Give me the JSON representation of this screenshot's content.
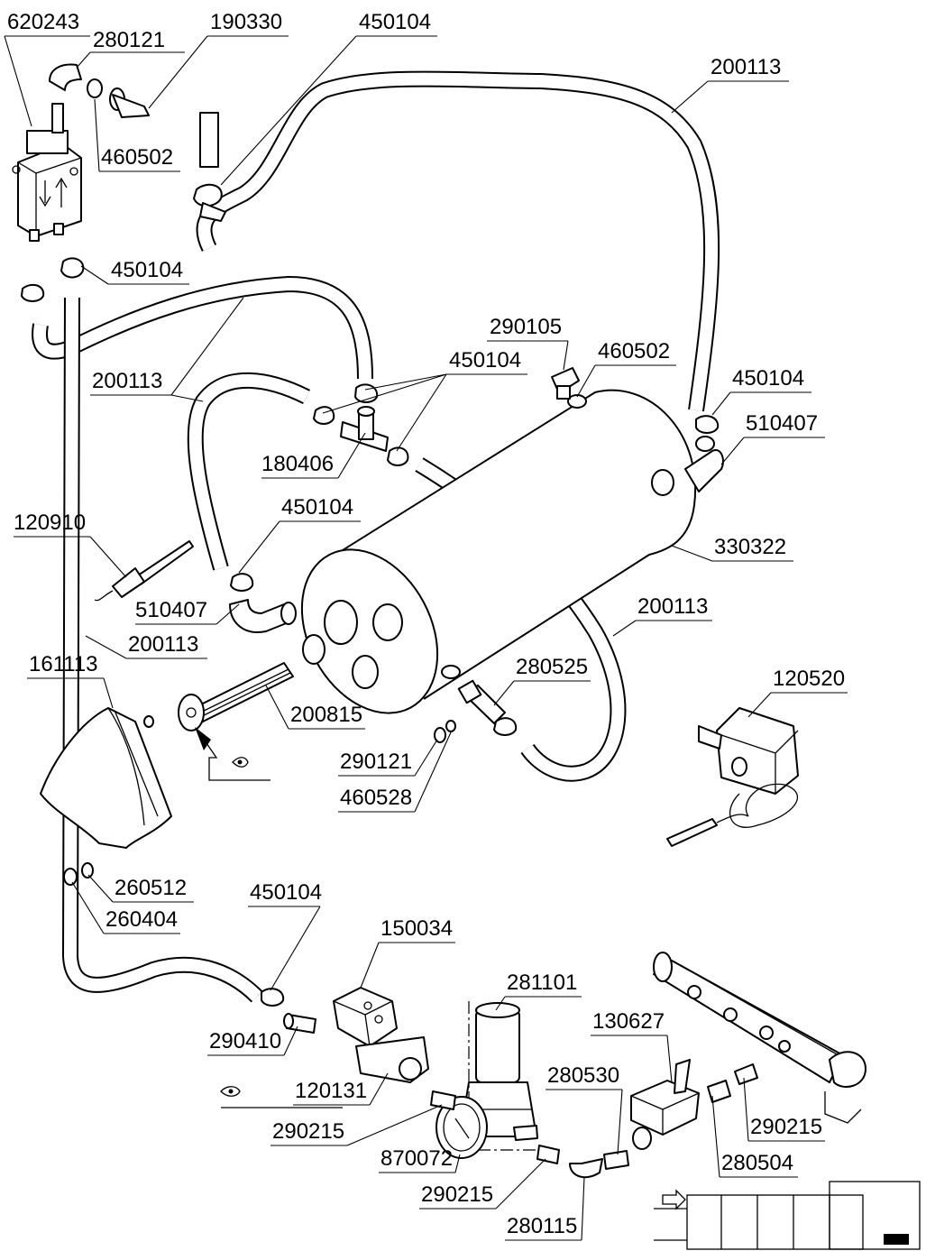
{
  "callouts": [
    {
      "text": "620243"
    },
    {
      "text": "280121"
    },
    {
      "text": "190330"
    },
    {
      "text": "450104"
    },
    {
      "text": "460502"
    },
    {
      "text": "200113"
    },
    {
      "text": "450104"
    },
    {
      "text": "200113"
    },
    {
      "text": "290105"
    },
    {
      "text": "450104"
    },
    {
      "text": "460502"
    },
    {
      "text": "180406"
    },
    {
      "text": "450104"
    },
    {
      "text": "510407"
    },
    {
      "text": "450104"
    },
    {
      "text": "120910"
    },
    {
      "text": "330322"
    },
    {
      "text": "510407"
    },
    {
      "text": "200113"
    },
    {
      "text": "200113"
    },
    {
      "text": "161113"
    },
    {
      "text": "280525"
    },
    {
      "text": "120520"
    },
    {
      "text": "200815"
    },
    {
      "text": "290121"
    },
    {
      "text": "460528"
    },
    {
      "text": "260512"
    },
    {
      "text": "260404"
    },
    {
      "text": "450104"
    },
    {
      "text": "150034"
    },
    {
      "text": "281101"
    },
    {
      "text": "130627"
    },
    {
      "text": "290410"
    },
    {
      "text": "280530"
    },
    {
      "text": "120131"
    },
    {
      "text": "290215"
    },
    {
      "text": "290215"
    },
    {
      "text": "870072"
    },
    {
      "text": "280504"
    },
    {
      "text": "290215"
    },
    {
      "text": "280115"
    }
  ],
  "parts": [
    {
      "name": "relief-valve"
    },
    {
      "name": "elbow-fitting"
    },
    {
      "name": "tee-fitting"
    },
    {
      "name": "heater-tank"
    },
    {
      "name": "heating-element"
    },
    {
      "name": "element-cover"
    },
    {
      "name": "thermostat"
    },
    {
      "name": "solenoid-valve"
    },
    {
      "name": "pressure-reducer"
    },
    {
      "name": "pressure-gauge"
    },
    {
      "name": "pressure-switch"
    },
    {
      "name": "rinse-manifold"
    },
    {
      "name": "hoses"
    },
    {
      "name": "machine-location-inset"
    }
  ]
}
